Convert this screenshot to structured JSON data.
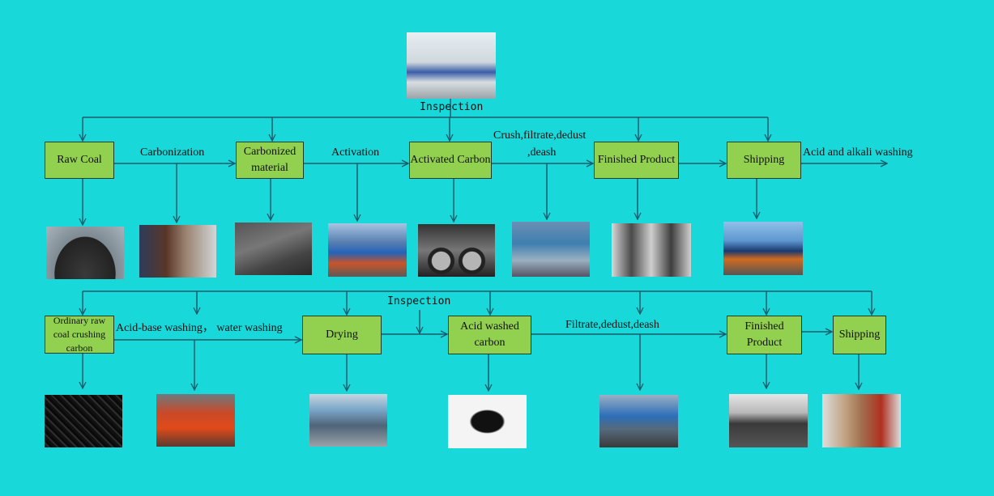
{
  "top_inspection": "Inspection",
  "row1": {
    "boxes": [
      "Raw Coal",
      "Carbonized material",
      "Activated Carbon",
      "Finished Product",
      "Shipping"
    ],
    "processes": [
      "Carbonization",
      "Activation",
      "Crush,filtrate,dedust",
      ",deash",
      "Acid and alkali washing"
    ]
  },
  "row2": {
    "inspection": "Inspection",
    "boxes": [
      "Ordinary raw coal crushing carbon",
      "Drying",
      "Acid washed carbon",
      "Finished Product",
      "Shipping"
    ],
    "processes": [
      "Acid-base washing，  water washing",
      "Filtrate,dedust,deash"
    ]
  },
  "colors": {
    "background": "#18d8da",
    "box": "#92d050",
    "line": "#1a5a6a"
  }
}
